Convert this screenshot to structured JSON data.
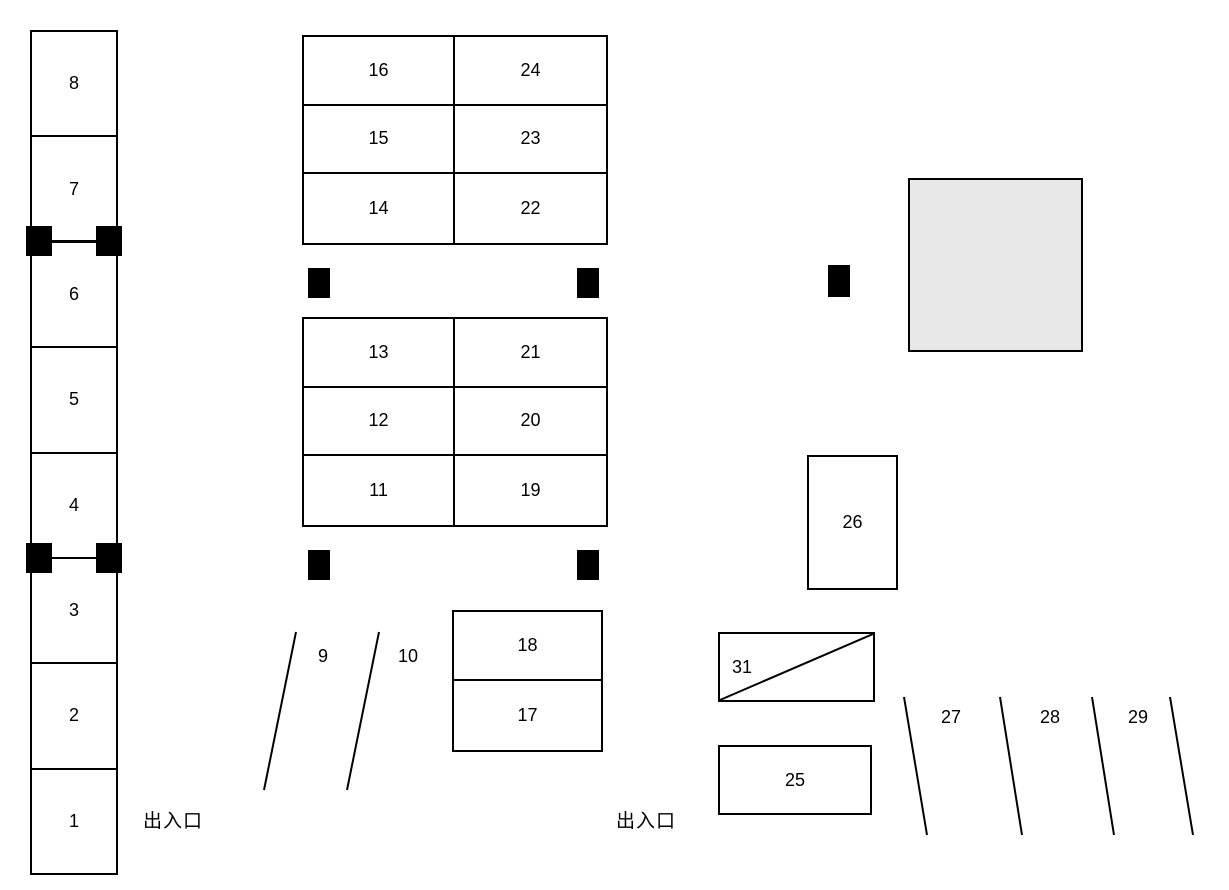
{
  "colors": {
    "line": "#000000",
    "pillar": "#000000",
    "building_fill": "#e8e8e8",
    "background": "#ffffff"
  },
  "left_column": {
    "cells": [
      "8",
      "7",
      "6",
      "5",
      "4",
      "3",
      "2",
      "1"
    ]
  },
  "top_block": {
    "cells": [
      "16",
      "24",
      "15",
      "23",
      "14",
      "22"
    ]
  },
  "mid_block": {
    "cells": [
      "13",
      "21",
      "12",
      "20",
      "11",
      "19"
    ]
  },
  "lower_block": {
    "cells": [
      "18",
      "17"
    ]
  },
  "angled_left": {
    "labels": [
      "9",
      "10"
    ]
  },
  "right_area": {
    "space_26": "26",
    "space_31": "31",
    "space_25": "25",
    "angled_labels": [
      "27",
      "28",
      "29"
    ]
  },
  "entrances": {
    "left": "出入口",
    "right": "出入口"
  }
}
